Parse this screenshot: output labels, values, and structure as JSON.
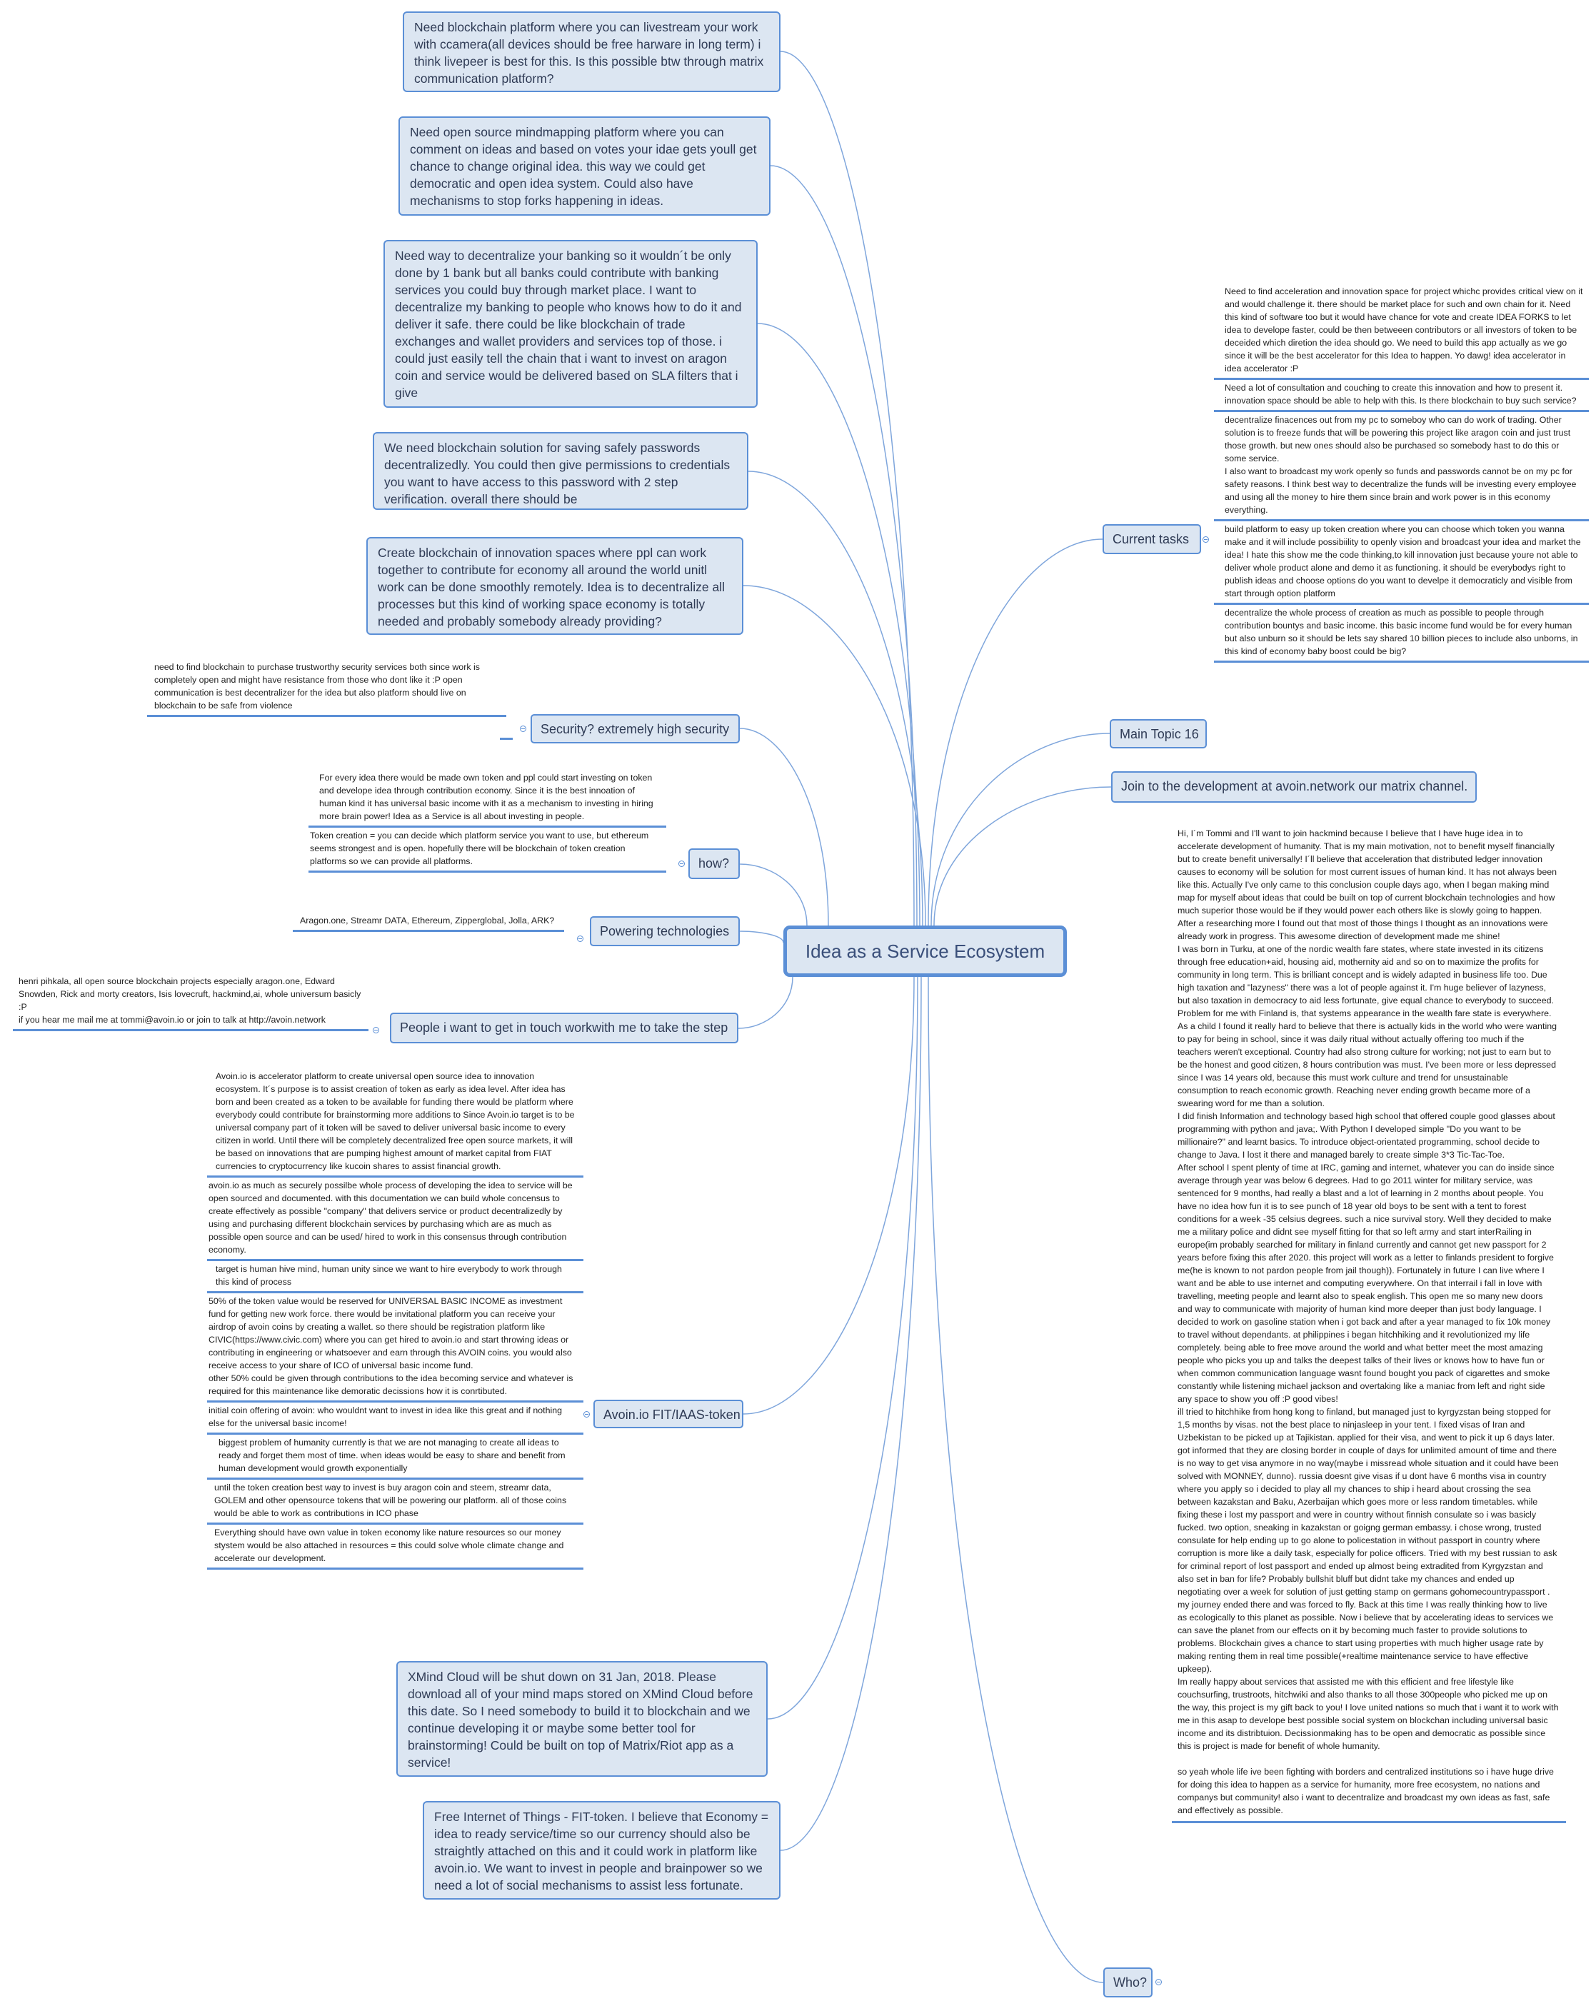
{
  "central": {
    "title": "Idea as a Service Ecosystem"
  },
  "colors": {
    "node_fill": "#dce6f2",
    "node_border": "#5b8fd6",
    "connector": "#7fa6dc"
  },
  "left_boxes": [
    "Need blockchain platform where you can  livestream your work with ccamera(all devices should be free harware in long term)  i think livepeer is best for this. Is this possible btw through matrix communication platform?",
    "Need open source mindmapping platform where you can comment on ideas and based on votes your idae gets youll get chance to change original idea. this way we could get democratic and open idea system. Could also have mechanisms to stop forks happening in ideas.",
    "Need way to decentralize your banking so it wouldn´t be only done by 1 bank but all banks could contribute with banking services you could buy through market place. I want to decentralize my banking to people who knows how to do it and deliver it safe. there could be like blockchain of trade exchanges and wallet providers and services top of those. i could just easily tell the chain that i want to invest on aragon coin and service would be delivered based on SLA filters that i give",
    "We need blockchain solution for saving safely passwords decentralizedly. You could then give permissions to credentials you want to have access to this password with 2 step verification. overall there should be",
    "Create blockchain of innovation spaces where ppl can work together to contribute for economy all around the world unitl work can be done smoothly remotely. Idea is to decentralize all processes but this kind of working space economy is totally needed and probably somebody already providing?"
  ],
  "security": {
    "label": "Security? extremely high security",
    "notes": [
      "need to find blockchain to purchase trustworthy security services both since work is completely open and might have resistance from those who dont like it :P open communication is best decentralizer for the idea but also platform should live on blockchain to be safe from violence"
    ]
  },
  "how": {
    "label": "how?",
    "notes": [
      "For every idea there would be made own token and ppl could start investing on token and develope idea through contribution economy.  Since it is the best innoation of human kind it has universal basic income with it as a mechanism to investing in hiring more brain power! Idea as a Service is all about investing in people.",
      "Token creation = you can decide which platform service you want to use, but ethereum seems strongest and is open. hopefully there will be blockchain of token creation platforms so we can provide all platforms."
    ]
  },
  "powering": {
    "label": "Powering technologies",
    "notes": [
      "Aragon.one, Streamr DATA, Ethereum, Zipperglobal, Jolla, ARK?"
    ]
  },
  "people": {
    "label": "People i want to get in touch workwith me  to take the step",
    "notes": [
      "henri pihkala, all open source blockchain projects especially aragon.one, Edward Snowden, Rick and morty creators, Isis lovecruft, hackmind,ai, whole universum basicly :P",
      "if you hear me mail me at tommi@avoin.io or join to talk at http://avoin.network"
    ]
  },
  "avoin": {
    "label": "Avoin.io FIT/IAAS-token",
    "notes": [
      "Avoin.io is accelerator platform to create universal open source idea to innovation ecosystem.  It´s purpose is to assist creation of token as early as idea level. After idea has born and been created as a token to be available for funding there would be platform where everybody could contribute for brainstorming more additions to     Since Avoin.io target is to be universal company part of it token will be saved to deliver universal basic income to every citizen in world. Until there will be completely decentralized free open source markets, it will be based on innovations that are pumping highest amount of market capital from FIAT currencies to cryptocurrency like kucoin shares to assist financial growth.",
      "avoin.io as much as securely possilbe whole process of developing the idea to service will be open sourced and documented. with this documentation we can build whole concensus to create effectively as possible \"company\" that delivers service or product decentralizedly by using and purchasing different blockchain services by purchasing which are as much as possible open source and can be used/ hired to work in this consensus through contribution economy.",
      "target is human hive mind, human unity since we want to hire everybody to work through this kind of process",
      "50% of the token value would be reserved for UNIVERSAL BASIC INCOME as investment fund for getting new work force. there would be invitational platform you can receive your airdrop of avoin coins by creating a wallet. so there should be registration platform like CIVIC(https://www.civic.com) where you can get hired to avoin.io and start throwing ideas or contributing in engineering or whatsoever and earn through this AVOIN coins. you would also receive access to your share of ICO of universal basic income fund.\nother 50% could be given through contributions to the idea becoming service and whatever is required for this maintenance like demoratic decissions how it is conrtibuted.",
      "initial coin offering of avoin: who wouldnt want to invest in idea like this great and if nothing else for the universal basic income!",
      "biggest problem of humanity currently is that we are not managing to create all ideas to ready and forget them most of time. when ideas would be easy to share and benefit from human development would growth exponentially",
      "until the token creation best way to invest is buy aragon coin and steem, streamr data, GOLEM and other opensource tokens that will be powering our platform. all of those coins would be able to work as contributions in ICO phase",
      "Everything should have own value in token economy like nature resources so our money stystem would be also attached in resources = this could solve whole climate change and accelerate our development."
    ]
  },
  "bottom_boxes": [
    "XMind Cloud will be shut down on 31 Jan, 2018. Please download all of your mind maps stored on XMind Cloud before this date.  So I need somebody to build it to blockchain and we continue developing it or maybe some better tool for brainstorming! Could be built on top of Matrix/Riot app as a service!",
    "Free Internet of Things - FIT-token. I believe that Economy = idea to ready service/time so our currency should also be straightly attached on this and it could work in platform like avoin.io. We want to invest in people and brainpower so we need a lot of social mechanisms to assist less fortunate."
  ],
  "current_tasks": {
    "label": "Current tasks",
    "notes": [
      "Need to find acceleration and innovation space for project whichc provides critical view on it and would challenge it. there should be market place for such and own chain for it. Need this kind of software too but it would have chance for vote and create IDEA FORKS to let idea to develope faster, could be then betweeen contributors or all investors of token to be deceided which diretion the idea should go. We need to build this app actually as we go since it will be the best accelerator for this Idea to happen. Yo dawg! idea accelerator in idea accelerator :P",
      "Need a lot of consultation and couching to create this innovation and how to present it. innovation space should be able to help with this. Is there blockchain to buy such service?",
      "decentralize finacences out from my pc to someboy who can do work of trading. Other solution is to freeze funds that will be powering this project like aragon coin and just trust those growth. but new ones should also be purchased so somebody hast to do this or some service.\nI also want to broadcast my work  openly so funds and passwords cannot be on my pc for safety reasons. I think best way to decentralize the funds will be investing every employee and using all the money to hire them since brain and work power is in this economy everything.",
      "build platform to easy up token creation where you can choose which token you wanna make and it will include possibiility to openly vision and broadcast your idea and market the idea!  I hate this show me the code thinking,to kill innovation just because youre not able to deliver whole product alone and demo it as functioning. it should be everybodys right to publish ideas and choose options do you want to develpe it democraticly and visible from start through option platform",
      "decentralize the whole process of creation as much as possible to people through contribution bountys and basic income. this basic income fund would be for every human but also unburn so it should be lets say shared 10 billion pieces to include also unborns, in this kind of economy baby boost could be big?"
    ]
  },
  "main_topic_16": {
    "label": "Main Topic 16"
  },
  "join": {
    "label": "Join to the development at avoin.network our matrix channel."
  },
  "who": {
    "label": "Who?",
    "paragraphs": [
      "Hi, I´m Tommi and I'll want to join hackmind because I believe that I have huge idea in  to accelerate development of humanity. That is my main motivation, not to benefit myself financially but to create benefit universally! I´ll believe that acceleration that distributed ledger innovation causes to economy will be solution for most current issues of human kind. It has not always been like this. Actually I've only came to this conclusion couple days ago, when I began making mind map for myself about ideas that could be built on top of current blockchain technologies and how much superior those would be if they would power each others like is slowly going to happen. After a researching more I found out that most of those things I thought as an innovations were already work in progress. This awesome direction of development made me shine!",
      "I was born in Turku, at one of the nordic wealth fare states, where state invested in its citizens through free education+aid, housing aid, mothernity aid and so on to maximize the profits for community in long term.  This is brilliant concept and is widely adapted in business life too. Due high taxation and \"lazyness\" there was a lot of people against it. I'm huge believer of lazyness, but also taxation in democracy to aid less fortunate, give equal chance to everybody to succeed.",
      "Problem for me with Finland is, that systems appearance in the wealth fare state is everywhere. As a child I found it really hard to believe that there is actually kids in the world who were wanting to pay for being in school, since it was daily ritual without actually offering too much if the teachers weren't exceptional. Country had also strong culture for working; not just to earn but to be the honest and good citizen, 8 hours contribution was must. I've been more or less depressed since I was 14  years old, because this must work culture and trend for unsustainable consumption to reach economic growth. Reaching never ending growth became more of a swearing word for me than a solution.",
      "I did finish Information and technology based high school that offered couple good glasses about programming with python and java;. With Python I developed simple \"Do you want to be millionaire?\" and learnt basics. To introduce object-orientated programming, school decide to change to Java. I lost it there and managed barely to create simple 3*3 Tic-Tac-Toe.",
      "After school I spent plenty of time at IRC, gaming and internet, whatever you can do inside since average through year was below 6 degrees.  Had to go 2011 winter for military service, was sentenced for 9 months,  had really a blast and a lot of learning in 2 months about people.  You have no idea how fun it is to see punch of 18 year old boys to be sent with a tent to forest conditions for a week -35 celsius degrees. such a nice survival story. Well they decided to make me a military police and didnt see myself fitting for that so left army and start interRailing in europe(im probably searched for military in finland currently and cannot get new passport for 2 years before fixing this after 2020. this project will work as a letter to finlands president to forgive me(he is known to not pardon people from jail though)). Fortunately in future I can live where I want and be able to use internet and computing everywhere.  On that interrail i fall in love with travelling, meeting people and learnt also to speak english. This open me so many new doors and way to communicate with majority of human kind more deeper than just body language. I decided to work on gasoline station  when i got back and after a year managed to fix 10k money to travel without dependants. at philippines i began hitchhiking and it revolutionized my life completely. being able to free move around the world and what better meet the most amazing people who picks you up and talks the deepest talks of their lives or knows how to have fun or when common communication language wasnt found bought you pack of cigarettes and smoke constantly while listening michael jackson and overtaking like a maniac from left and right side any space to show you off :P good vibes!",
      "ill tried to hitchhike from hong kong to finland, but managed just to kyrgyzstan being stopped for 1,5 months by visas. not the best place to ninjasleep in your tent. I fixed visas of Iran and Uzbekistan to be picked up at Tajikistan. applied for their visa, and went to pick it up 6 days later. got informed that they are closing border in couple of days for unlimited amount of time and there is no way to get visa anymore in no way(maybe i missread whole situation and it could have been solved with MONNEY, dunno). russia doesnt give visas if u dont have 6 months visa in country where you apply so i decided to play all my chances to ship i heard about crossing the sea between kazakstan and Baku, Azerbaijan which goes more or less random timetables.  while fixing these i lost my passport and were in country without finnish consulate so i was basicly fucked. two option, sneaking in kazakstan or goigng german embassy. i chose wrong, trusted consulate for help ending up to go  alone to policestation in without passport in country where corruption is more like a daily task, especially for police officers. Tried with my best russian to ask for criminal report of lost passport and ended up almost being extradited from Kyrgyzstan and also set in ban for life? Probably bullshit bluff but didnt take my chances and ended up negotiating over a week for solution of just getting stamp on germans gohomecountrypassport . my journey ended there and was forced to fly. Back at this time I was really thinking how to live as ecologically to this planet as possible. Now i believe that by accelerating ideas to services we can save the planet from our effects on it by becoming much faster to provide solutions to problems. Blockchain gives a chance to start using properties with much higher usage rate by making renting them in real time possible(+realtime maintenance service to have effective upkeep).",
      "Im really happy about services that assisted me with this efficient and free lifestyle like couchsurfing, trustroots, hitchwiki and also thanks to all those 300people who picked me up on the way, this project is my gift back to you!  I love united nations so much that i want it to work with me in this asap  to develope best possible social system on blockchan including universal basic income and its distribtuion. Decissionmaking has to be open and democratic as possible since this is project is made for benefit of whole humanity.",
      "",
      "so yeah whole life ive been fighting with borders and centralized institutions so i have huge drive for doing this idea to happen as a service for humanity, more free ecosystem, no nations and companys but community! also i want to decentralize and broadcast my own ideas as fast, safe and effectively as possible."
    ]
  }
}
